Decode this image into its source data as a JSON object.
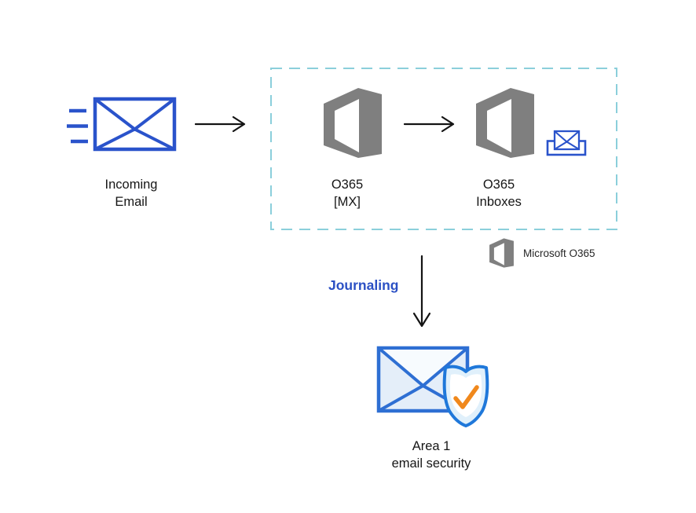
{
  "diagram": {
    "nodes": {
      "incoming_email": {
        "label": "Incoming\nEmail",
        "icon": "speeding-envelope-icon"
      },
      "o365_mx": {
        "label": "O365\n[MX]",
        "icon": "office365-logo-icon"
      },
      "o365_inboxes": {
        "label": "O365\nInboxes",
        "icon": "office365-logo-icon",
        "badge": "inbox-tray-icon"
      },
      "area1": {
        "label": "Area 1\nemail security",
        "icon": "envelope-shield-check-icon"
      }
    },
    "flows": {
      "journaling": {
        "label": "Journaling"
      }
    },
    "legend": {
      "label": "Microsoft O365",
      "icon": "office365-logo-icon"
    },
    "colors": {
      "envelope_blue": "#2a53cb",
      "office_gray": "#7f7f7f",
      "boundary_dash": "#8bcfdb",
      "journaling_blue": "#2b50c4",
      "area1_envelope_stroke": "#2e6fd3",
      "shield_blue": "#1f78da",
      "check_orange": "#f0881c",
      "arrow_black": "#141414"
    }
  }
}
